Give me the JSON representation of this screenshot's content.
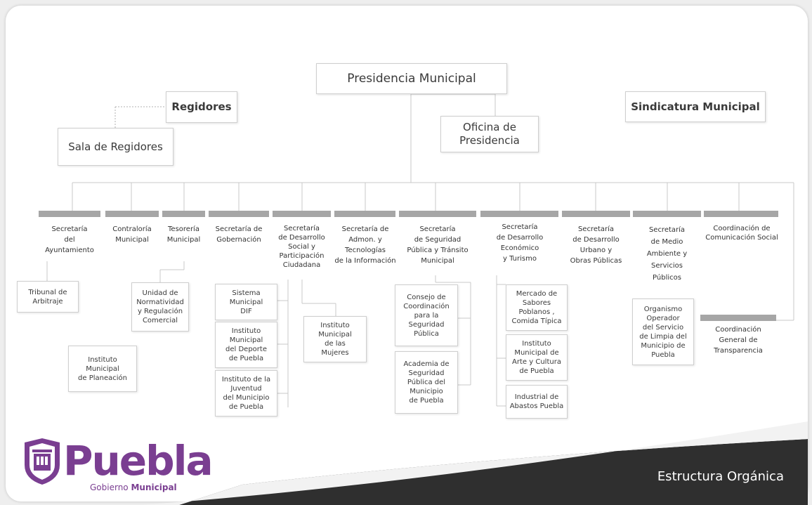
{
  "top": {
    "presidencia": "Presidencia Municipal",
    "regidores": "Regidores",
    "sala": "Sala de Regidores",
    "oficina": "Oficina de\nPresidencia",
    "sindicatura": "Sindicatura Municipal"
  },
  "departments": [
    "Secretaría\ndel\nAyuntamiento",
    "Contraloría\nMunicipal",
    "Tesorería\nMunicipal",
    "Secretaría de\nGobernación",
    "Secretaría\nde Desarrollo\nSocial y\nParticipación\nCiudadana",
    "Secretaría de\nAdmon. y\nTecnologías\nde la Información",
    "Secretaría\nde Seguridad\nPública y Tránsito\nMunicipal",
    "Secretaría\nde Desarrollo\nEconómico\ny Turismo",
    "Secretaría\nde Desarrollo\nUrbano y\nObras Públicas",
    "Secretaría\nde Medio\nAmbiente y\nServicios\nPúblicos",
    "Coordinación de\nComunicación Social"
  ],
  "sub": {
    "tribunal": "Tribunal de\nArbitraje",
    "planeacion": "Instituto\nMunicipal\nde Planeación",
    "normatividad": "Unidad de\nNormatividad\ny Regulación\nComercial",
    "dif": "Sistema\nMunicipal\nDIF",
    "deporte": "Instituto\nMunicipal\ndel Deporte\nde Puebla",
    "juventud": "Instituto de la\nJuventud\ndel Municipio\nde Puebla",
    "mujeres": "Instituto\nMunicipal\nde las\nMujeres",
    "consejo": "Consejo de\nCoordinación\npara la\nSeguridad\nPública",
    "academia": "Academia de\nSeguridad\nPública del\nMunicipio\nde Puebla",
    "mercado": "Mercado de\nSabores\nPoblanos ,\nComida Típica",
    "arte": "Instituto\nMunicipal de\nArte y Cultura\nde Puebla",
    "abastos": "Industrial de\nAbastos Puebla",
    "limpia": "Organismo\nOperador\ndel Servicio\nde Limpia del\nMunicipio de\nPuebla",
    "transparencia": "Coordinación\nGeneral de\nTransparencia"
  },
  "logo": {
    "word": "Puebla",
    "sub_normal": "Gobierno",
    "sub_bold": "Municipal"
  },
  "footer_title": "Estructura Orgánica",
  "colors": {
    "bar": "#a6a6a6",
    "logo": "#7a3e91",
    "footer": "#2f2f2f"
  }
}
